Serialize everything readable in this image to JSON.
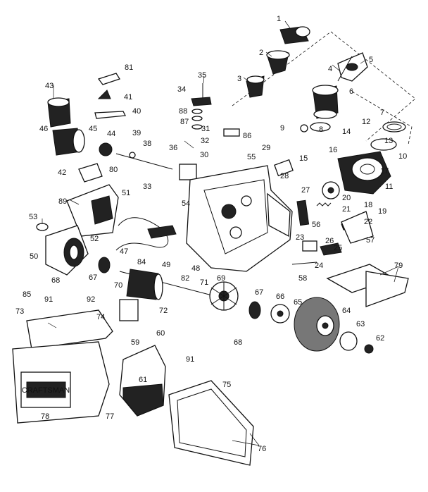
{
  "labels": {
    "p1": "1",
    "p2": "2",
    "p3": "3",
    "p4": "4",
    "p5": "5",
    "p6": "6",
    "p7": "7",
    "p8": "8",
    "p9": "9",
    "p10": "10",
    "p11": "11",
    "p12": "12",
    "p13": "13",
    "p14": "14",
    "p15": "15",
    "p16": "16",
    "p17": "17",
    "p18": "18",
    "p19": "19",
    "p20": "20",
    "p21": "21",
    "p22": "22",
    "p23": "23",
    "p24": "24",
    "p25": "25",
    "p26": "26",
    "p27": "27",
    "p28": "28",
    "p29": "29",
    "p30": "30",
    "p31": "31",
    "p32": "32",
    "p33": "33",
    "p34": "34",
    "p35": "35",
    "p36": "36",
    "p38": "38",
    "p39": "39",
    "p40": "40",
    "p41": "41",
    "p42": "42",
    "p43": "43",
    "p44": "44",
    "p45": "45",
    "p46": "46",
    "p47": "47",
    "p48": "48",
    "p49": "49",
    "p50": "50",
    "p51": "51",
    "p52": "52",
    "p53": "53",
    "p54": "54",
    "p55": "55",
    "p56": "56",
    "p57": "57",
    "p58": "58",
    "p59": "59",
    "p60": "60",
    "p61": "61",
    "p62": "62",
    "p63": "63",
    "p64": "64",
    "p65": "65",
    "p66": "66",
    "p67a": "67",
    "p67b": "67",
    "p68a": "68",
    "p68b": "68",
    "p69": "69",
    "p70": "70",
    "p71": "71",
    "p72": "72",
    "p73": "73",
    "p74": "74",
    "p75": "75",
    "p76": "76",
    "p77": "77",
    "p78": "78",
    "p79": "79",
    "p80": "80",
    "p81": "81",
    "p82": "82",
    "p84": "84",
    "p85": "85",
    "p86": "86",
    "p87": "87",
    "p88": "88",
    "p89": "89",
    "p91a": "91",
    "p91b": "91",
    "p92": "92"
  },
  "nameplate": {
    "brand": "CRAFTSMAN"
  }
}
